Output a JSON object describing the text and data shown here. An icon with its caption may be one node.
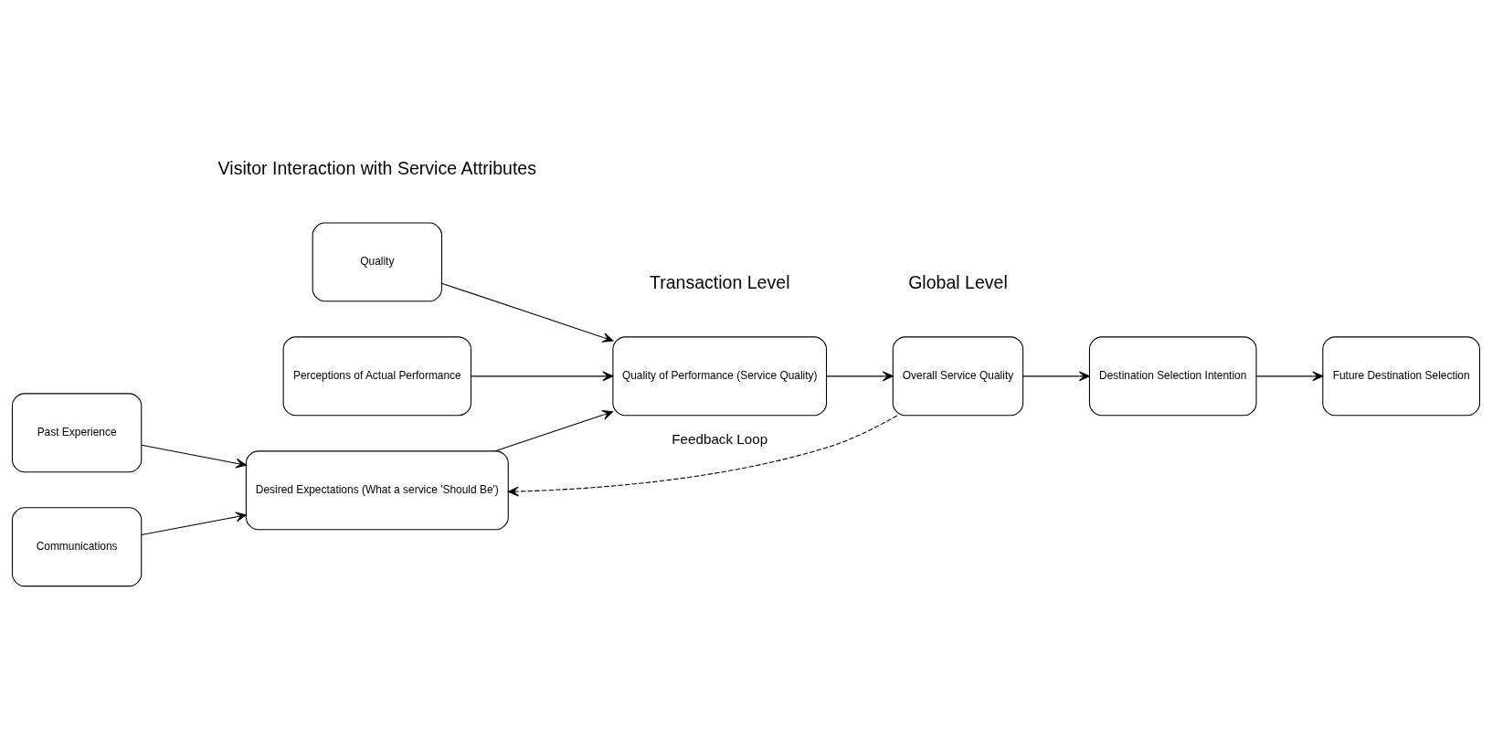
{
  "diagram": {
    "nodes": [
      {
        "text": [
          "Desired Expectations (What a service 'Should Be')"
        ]
      },
      {
        "text": [
          "Quality"
        ]
      },
      {
        "text": [
          "Quality of Performance (Service Quality)"
        ]
      },
      {
        "text": [
          "Overall Service Quality"
        ]
      },
      {
        "text": [
          "Past Experience"
        ]
      },
      {
        "text": [
          "Communications"
        ]
      },
      {
        "text": [
          "Perceptions of Actual Performance"
        ]
      },
      {
        "text": [
          "Destination Selection Intention"
        ]
      },
      {
        "text": [
          "Future Destination Selection"
        ]
      }
    ],
    "edges": [
      {
        "from": 4,
        "to": 0,
        "arrow": "to"
      },
      {
        "from": 5,
        "to": 0,
        "arrow": "to"
      },
      {
        "from": 0,
        "to": 2,
        "arrow": "to"
      },
      {
        "from": 1,
        "to": 2,
        "arrow": "to"
      },
      {
        "from": 6,
        "to": 2,
        "arrow": "to"
      },
      {
        "from": 2,
        "to": 3,
        "arrow": "to"
      },
      {
        "from": 3,
        "to": 7,
        "arrow": "to"
      },
      {
        "from": 7,
        "to": 8,
        "arrow": "to"
      },
      {
        "from": 3,
        "to": 0,
        "arrow": "to",
        "label": "Feedback Loop",
        "style": "dashed"
      }
    ],
    "labels": [
      "Visitor Interaction with Service Attributes",
      "Transaction Level",
      "Global Level"
    ]
  }
}
